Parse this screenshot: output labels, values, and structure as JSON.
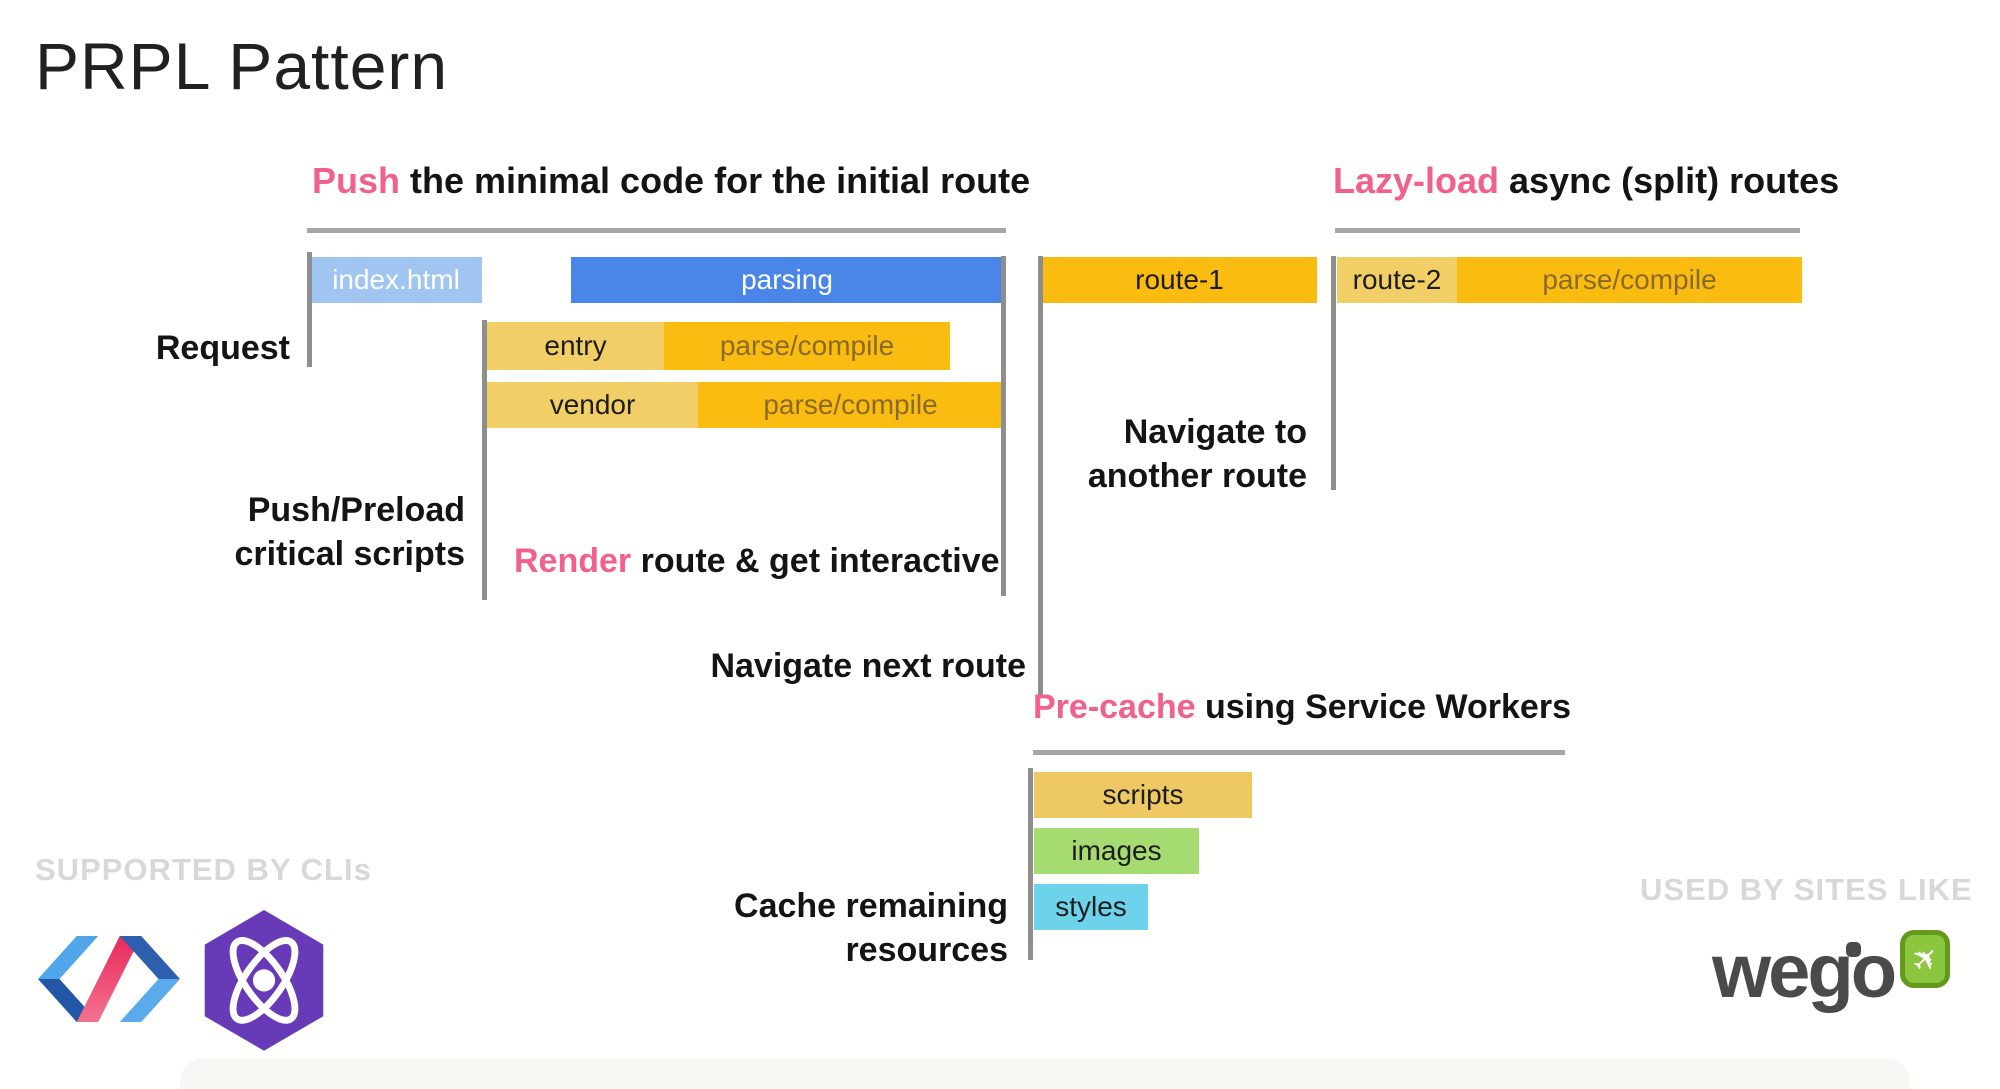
{
  "slide_title": "PRPL Pattern",
  "accent_pink": "#F1608F",
  "headings": {
    "push": {
      "highlight": "Push",
      "rest": " the minimal code for the initial route"
    },
    "lazy_load": {
      "highlight": "Lazy-load",
      "rest": " async (split) routes"
    },
    "render": {
      "highlight": "Render",
      "rest": " route & get interactive"
    },
    "pre_cache": {
      "highlight": "Pre-cache",
      "rest": " using Service Workers"
    }
  },
  "step_labels": {
    "request": "Request",
    "push_preload": {
      "line1": "Push/Preload",
      "line2": "critical scripts"
    },
    "navigate_next": "Navigate next route",
    "navigate_another": {
      "line1": "Navigate to",
      "line2": "another route"
    },
    "cache_remaining": {
      "line1": "Cache remaining",
      "line2": "resources"
    }
  },
  "timeline_bars": {
    "index_html": {
      "label": "index.html",
      "color": "#9FC5F0"
    },
    "parsing": {
      "label": "parsing",
      "color": "#4A86E8"
    },
    "entry": {
      "label": "entry",
      "color": "#F2CF66"
    },
    "entry_parse_compile": {
      "label": "parse/compile",
      "color": "#FBBC12"
    },
    "vendor": {
      "label": "vendor",
      "color": "#F2CF66"
    },
    "vendor_parse_compile": {
      "label": "parse/compile",
      "color": "#FBBC12"
    },
    "route_1": {
      "label": "route-1",
      "color": "#FBBC12"
    },
    "route_2": {
      "label": "route-2",
      "color": "#F2CF66"
    },
    "route_2_parse_compile": {
      "label": "parse/compile",
      "color": "#FBBC12"
    }
  },
  "cache_bars": {
    "scripts": {
      "label": "scripts",
      "color": "#EDC863"
    },
    "images": {
      "label": "images",
      "color": "#A5DB70"
    },
    "styles": {
      "label": "styles",
      "color": "#6CD3EA"
    }
  },
  "footer": {
    "supported_by": "SUPPORTED BY CLIs",
    "used_by": "USED BY SITES LIKE",
    "wego_text": "wego"
  }
}
